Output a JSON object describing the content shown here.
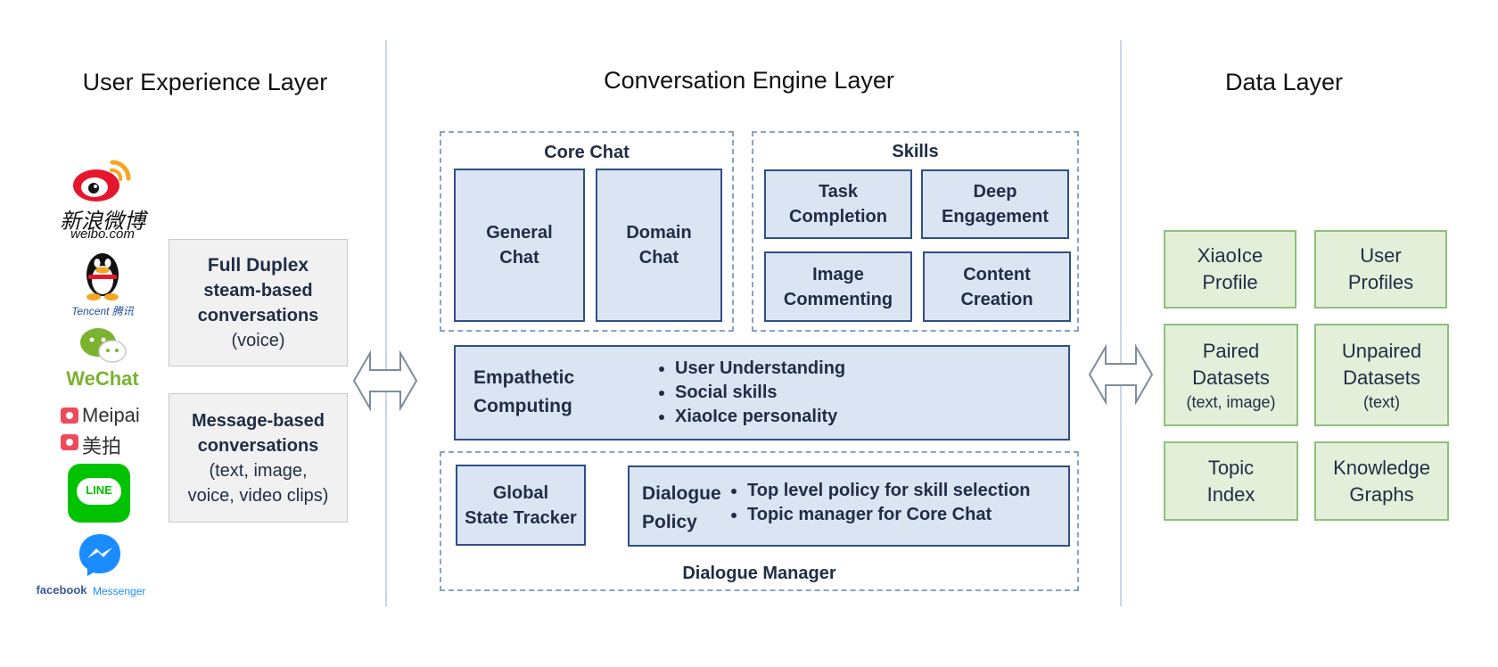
{
  "layers": {
    "user_experience": "User Experience Layer",
    "conversation_engine": "Conversation Engine Layer",
    "data": "Data Layer"
  },
  "logos": {
    "weibo_cn": "新浪微博",
    "weibo_en": "weibo.com",
    "tencent": "Tencent 腾讯",
    "wechat": "WeChat",
    "meipai_en": "Meipai",
    "meipai_cn": "美拍",
    "line": "LINE",
    "facebook": "facebook",
    "messenger": "Messenger"
  },
  "modes": {
    "full_duplex_title": "Full Duplex",
    "full_duplex_line1": "steam-based",
    "full_duplex_line2": "conversations",
    "full_duplex_line3": "(voice)",
    "message_title_line1": "Message-based",
    "message_title_line2": "conversations",
    "message_line3": "(text, image,",
    "message_line4": "voice, video clips)"
  },
  "core_chat": {
    "title": "Core Chat",
    "general_line1": "General",
    "general_line2": "Chat",
    "domain_line1": "Domain",
    "domain_line2": "Chat"
  },
  "skills": {
    "title": "Skills",
    "task_line1": "Task",
    "task_line2": "Completion",
    "deep_line1": "Deep",
    "deep_line2": "Engagement",
    "image_line1": "Image",
    "image_line2": "Commenting",
    "content_line1": "Content",
    "content_line2": "Creation"
  },
  "empathetic": {
    "title_line1": "Empathetic",
    "title_line2": "Computing",
    "bullets": [
      "User Understanding",
      "Social skills",
      "XiaoIce personality"
    ]
  },
  "dialogue_manager": {
    "title": "Dialogue Manager",
    "tracker_line1": "Global",
    "tracker_line2": "State Tracker",
    "policy_line1": "Dialogue",
    "policy_line2": "Policy",
    "policy_bullets": [
      "Top level policy for skill selection",
      "Topic manager for Core Chat"
    ]
  },
  "data_boxes": {
    "xiaoice_line1": "XiaoIce",
    "xiaoice_line2": "Profile",
    "user_line1": "User",
    "user_line2": "Profiles",
    "paired_line1": "Paired",
    "paired_line2": "Datasets",
    "paired_sub": "(text, image)",
    "unpaired_line1": "Unpaired",
    "unpaired_line2": "Datasets",
    "unpaired_sub": "(text)",
    "topic_line1": "Topic",
    "topic_line2": "Index",
    "knowledge_line1": "Knowledge",
    "knowledge_line2": "Graphs"
  },
  "colors": {
    "engine_fill": "#dbe4f3",
    "engine_border": "#2f4f86",
    "data_fill": "#e3efd9",
    "data_border": "#8cc17a",
    "mode_fill": "#f1f1f1"
  }
}
